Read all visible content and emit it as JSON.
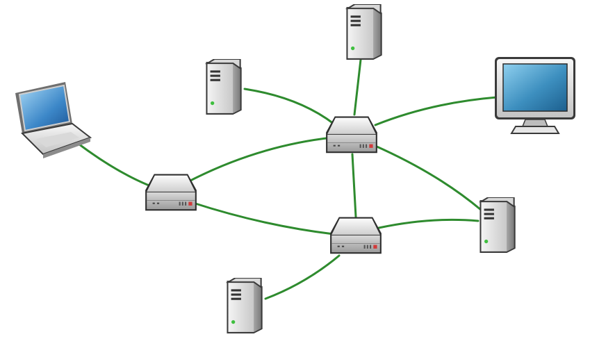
{
  "diagram": {
    "type": "network-topology",
    "link_color": "#2e8b2e",
    "background": "#ffffff",
    "nodes": [
      {
        "id": "laptop",
        "kind": "laptop-icon"
      },
      {
        "id": "switch-left",
        "kind": "switch-icon"
      },
      {
        "id": "switch-top",
        "kind": "switch-icon"
      },
      {
        "id": "switch-bottom",
        "kind": "switch-icon"
      },
      {
        "id": "server-top-left",
        "kind": "server-icon"
      },
      {
        "id": "server-top",
        "kind": "server-icon"
      },
      {
        "id": "server-right",
        "kind": "server-icon"
      },
      {
        "id": "server-bottom",
        "kind": "server-icon"
      },
      {
        "id": "monitor",
        "kind": "monitor-icon"
      }
    ],
    "links": [
      {
        "from": "laptop",
        "to": "switch-left"
      },
      {
        "from": "switch-left",
        "to": "switch-top"
      },
      {
        "from": "switch-left",
        "to": "switch-bottom"
      },
      {
        "from": "switch-top",
        "to": "switch-bottom"
      },
      {
        "from": "switch-top",
        "to": "server-top-left"
      },
      {
        "from": "switch-top",
        "to": "server-top"
      },
      {
        "from": "switch-top",
        "to": "monitor"
      },
      {
        "from": "switch-top",
        "to": "server-right"
      },
      {
        "from": "switch-bottom",
        "to": "server-right"
      },
      {
        "from": "switch-bottom",
        "to": "server-bottom"
      }
    ]
  }
}
